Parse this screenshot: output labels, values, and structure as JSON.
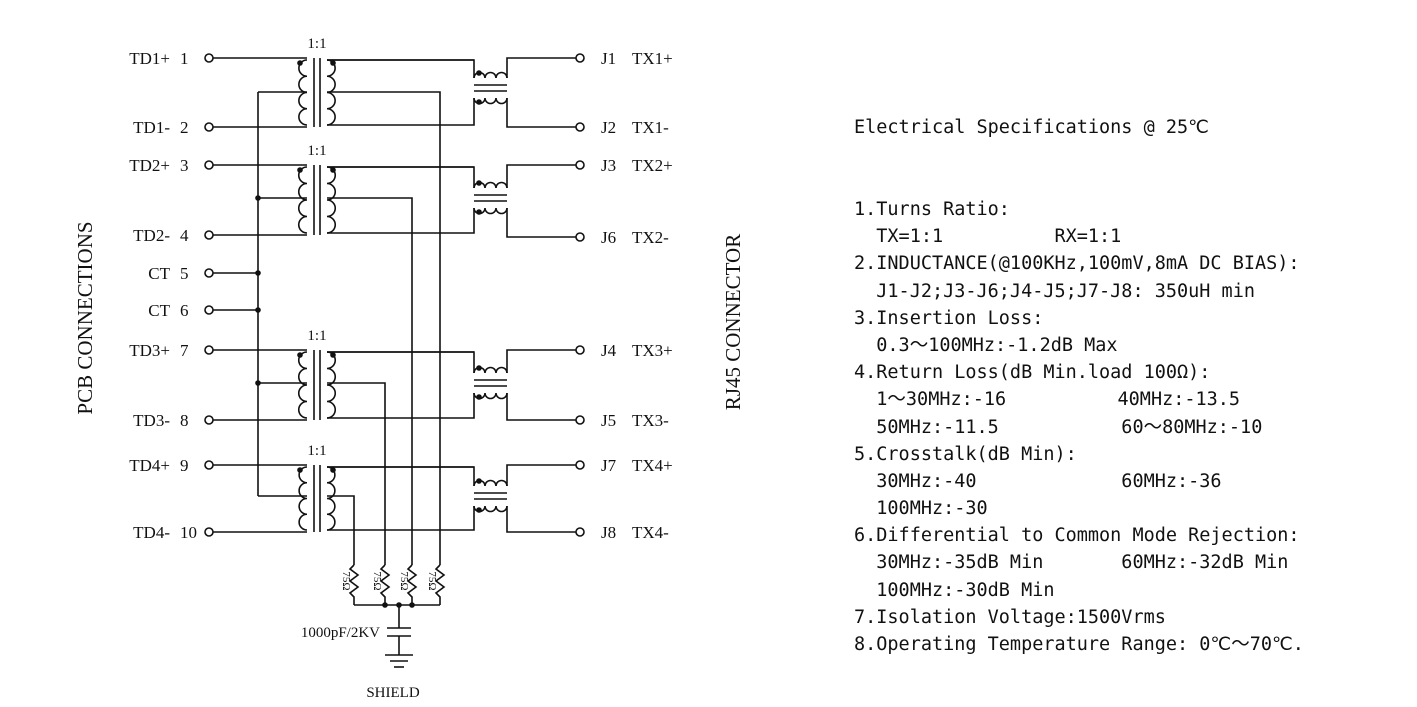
{
  "pcb_label": "PCB CONNECTIONS",
  "rj45_label": "RJ45 CONNECTOR",
  "left_pins": [
    {
      "label": "TD1+",
      "num": "1"
    },
    {
      "label": "TD1-",
      "num": "2"
    },
    {
      "label": "TD2+",
      "num": "3"
    },
    {
      "label": "TD2-",
      "num": "4"
    },
    {
      "label": "CT",
      "num": "5"
    },
    {
      "label": "CT",
      "num": "6"
    },
    {
      "label": "TD3+",
      "num": "7"
    },
    {
      "label": "TD3-",
      "num": "8"
    },
    {
      "label": "TD4+",
      "num": "9"
    },
    {
      "label": "TD4-",
      "num": "10"
    }
  ],
  "right_pins": [
    {
      "label": "J1",
      "signal": "TX1+"
    },
    {
      "label": "J2",
      "signal": "TX1-"
    },
    {
      "label": "J3",
      "signal": "TX2+"
    },
    {
      "label": "J6",
      "signal": "TX2-"
    },
    {
      "label": "J4",
      "signal": "TX3+"
    },
    {
      "label": "J5",
      "signal": "TX3-"
    },
    {
      "label": "J7",
      "signal": "TX4+"
    },
    {
      "label": "J8",
      "signal": "TX4-"
    }
  ],
  "transformer_ratio": "1:1",
  "resistor_value": "75Ω",
  "capacitor_label": "1000pF/2KV",
  "shield_label": "SHIELD",
  "specs": {
    "title": "Electrical Specifications @ 25℃",
    "lines": [
      "1.Turns Ratio:",
      "  TX=1:1          RX=1:1",
      "2.INDUCTANCE(@100KHz,100mV,8mA DC BIAS):",
      "  J1-J2;J3-J6;J4-J5;J7-J8: 350uH min",
      "3.Insertion Loss:",
      "  0.3～100MHz:-1.2dB Max",
      "4.Return Loss(dB Min.load 100Ω):",
      "  1～30MHz:-16          40MHz:-13.5",
      "  50MHz:-11.5           60～80MHz:-10",
      "5.Crosstalk(dB Min):",
      "  30MHz:-40             60MHz:-36",
      "  100MHz:-30",
      "6.Differential to Common Mode Rejection:",
      "  30MHz:-35dB Min       60MHz:-32dB Min",
      "  100MHz:-30dB Min",
      "7.Isolation Voltage:1500Vrms",
      "8.Operating Temperature Range: 0℃～70℃."
    ]
  }
}
